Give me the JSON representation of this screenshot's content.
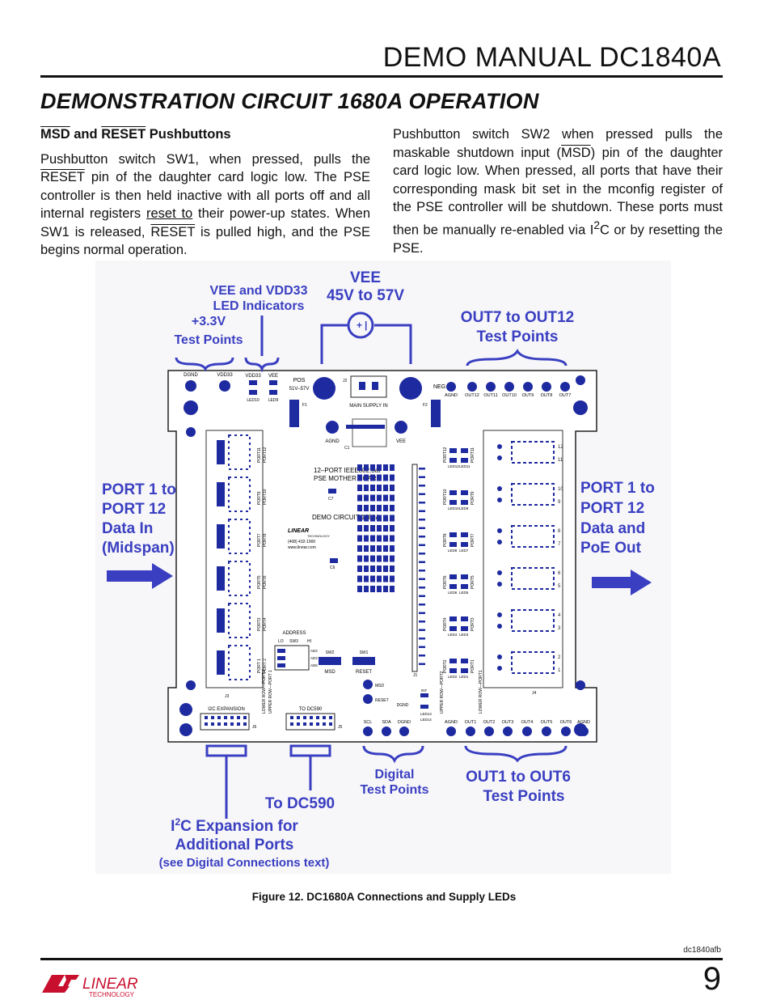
{
  "header": {
    "title": "DEMO MANUAL DC1840A"
  },
  "section": {
    "heading": "DEMONSTRATION CIRCUIT 1680A OPERATION"
  },
  "left_column": {
    "subhead_msd": "MSD",
    "subhead_and": " and ",
    "subhead_reset": "RESET",
    "subhead_rest": " Pushbuttons",
    "p1_a": "Pushbutton switch SW1, when pressed, pulls the ",
    "p1_reset": "RESET",
    "p1_b": " pin of the daughter card logic low. The PSE controller is then held inactive with all ports off and all internal registers ",
    "p1_reset_to": "reset to",
    "p1_c": " their power-up states. When SW1 is released, ",
    "p1_reset2": "RESET",
    "p1_d": " is pulled high, and the PSE begins normal operation."
  },
  "right_column": {
    "p2_a": "Pushbutton switch SW2 when pressed pulls the maskable shutdown input (",
    "p2_msd": "MSD",
    "p2_b": ") pin of the daughter card logic low. When pressed, all ports that have their corresponding mask bit set in the mconfig register of the PSE controller will be shutdown. These ports must then be manually re-enabled via I",
    "p2_sup": "2",
    "p2_c": "C or by resetting the PSE."
  },
  "figure": {
    "callouts": {
      "vee_vdd33": [
        "VEE and VDD33",
        "LED Indicators"
      ],
      "test33": [
        "+3.3V",
        "Test Points"
      ],
      "vee": [
        "VEE",
        "45V to 57V"
      ],
      "out7_12": [
        "OUT7 to OUT12",
        "Test Points"
      ],
      "port_in": [
        "PORT 1 to",
        "PORT 12",
        "Data In",
        "(Midspan)"
      ],
      "port_out": [
        "PORT 1 to",
        "PORT 12",
        "Data and",
        "PoE Out"
      ],
      "digital": [
        "Digital",
        "Test Points"
      ],
      "out1_6": [
        "OUT1 to OUT6",
        "Test Points"
      ],
      "to_dc590": "To DC590",
      "i2c_a": "I",
      "i2c_sup": "2",
      "i2c_b": "C Expansion for",
      "i2c_line2": "Additional Ports",
      "i2c_line3": "(see Digital Connections text)"
    },
    "board": {
      "top_left_tp": [
        "DGND",
        "VDD33"
      ],
      "led_labels": [
        "VDD33",
        "VEE"
      ],
      "led_ids": [
        "LED10",
        "LED9"
      ],
      "pos": [
        "POS",
        "51V–57V"
      ],
      "j2": "J2",
      "main_supply": "MAIN SUPPLY IN",
      "neg": "NEG",
      "agnd": "AGND",
      "vee": "VEE",
      "f1": "F1",
      "f2": "F2",
      "c1": "C1",
      "c7": "C7",
      "c6": "C6",
      "top_right_tp": [
        "AGND",
        "OUT12",
        "OUT11",
        "OUT10",
        "OUT9",
        "OUT8",
        "OUT7"
      ],
      "center_text": [
        "12–PORT IEEE802.3at",
        "PSE MOTHER BOARD"
      ],
      "demo_circuit": "DEMO CIRCUIT 1680A",
      "brand_small": [
        "LINEAR",
        "TECHNOLOGY",
        "(408) 432-1900",
        "www.linear.com"
      ],
      "address": "ADDRESS",
      "lo_hi": [
        "LO",
        "SW3",
        "HI"
      ],
      "addr_pins": [
        "AD2",
        "AD3",
        "AD6"
      ],
      "sw2": "SW2",
      "sw1": "SW1",
      "msd": "MSD",
      "reset": "RESET",
      "j3": "J3",
      "j4": "J4",
      "j1": "J1",
      "j5": "J5",
      "j6": "J6",
      "i2c_expansion": "I2C EXPANSION",
      "to_dc590": "TO DC590",
      "row_labels_left": [
        "LOWER ROW—PORT 2",
        "UPPER ROW—PORT 1"
      ],
      "row_labels_right": [
        "UPPER ROW—PORT2",
        "LOWER ROW—PORT1"
      ],
      "left_ports": [
        "PORT11",
        "PORT12",
        "PORT9",
        "PORT10",
        "PORT7",
        "PORT8",
        "PORT5",
        "PORT6",
        "PORT3",
        "PORT4",
        "PORT 1",
        "PORT 2"
      ],
      "right_ports": [
        "PORT12",
        "PORT11",
        "PORT10",
        "PORT9",
        "PORT8",
        "PORT7",
        "PORT6",
        "PORT5",
        "PORT4",
        "PORT3",
        "PORT2",
        "PORT1"
      ],
      "right_leds": [
        "LED12",
        "LED11",
        "LED10",
        "LED9",
        "LED8",
        "LED7",
        "LED6",
        "LED5",
        "LED4",
        "LED3",
        "LED2",
        "LED1"
      ],
      "bottom_tp": [
        "SCL",
        "SDA",
        "DGND",
        "AGND",
        "OUT1",
        "OUT2",
        "OUT3",
        "OUT4",
        "OUT5",
        "OUT6",
        "AGND"
      ],
      "bottom_small": [
        "MSD",
        "RESET",
        "DGND",
        "INT",
        "LED13",
        "LED14"
      ],
      "right_nums": [
        "12",
        "11",
        "10",
        "9",
        "8",
        "7",
        "6",
        "5",
        "4",
        "3",
        "2",
        "1"
      ]
    },
    "caption": "Figure 12. DC1680A Connections and Supply LEDs"
  },
  "footer": {
    "code": "dc1840afb",
    "page": "9",
    "logo_text": "LINEAR",
    "logo_sub": "TECHNOLOGY"
  },
  "colors": {
    "accent_blue": "#3a3fc1",
    "board_dark": "#1e2aa0",
    "text": "#111111"
  }
}
